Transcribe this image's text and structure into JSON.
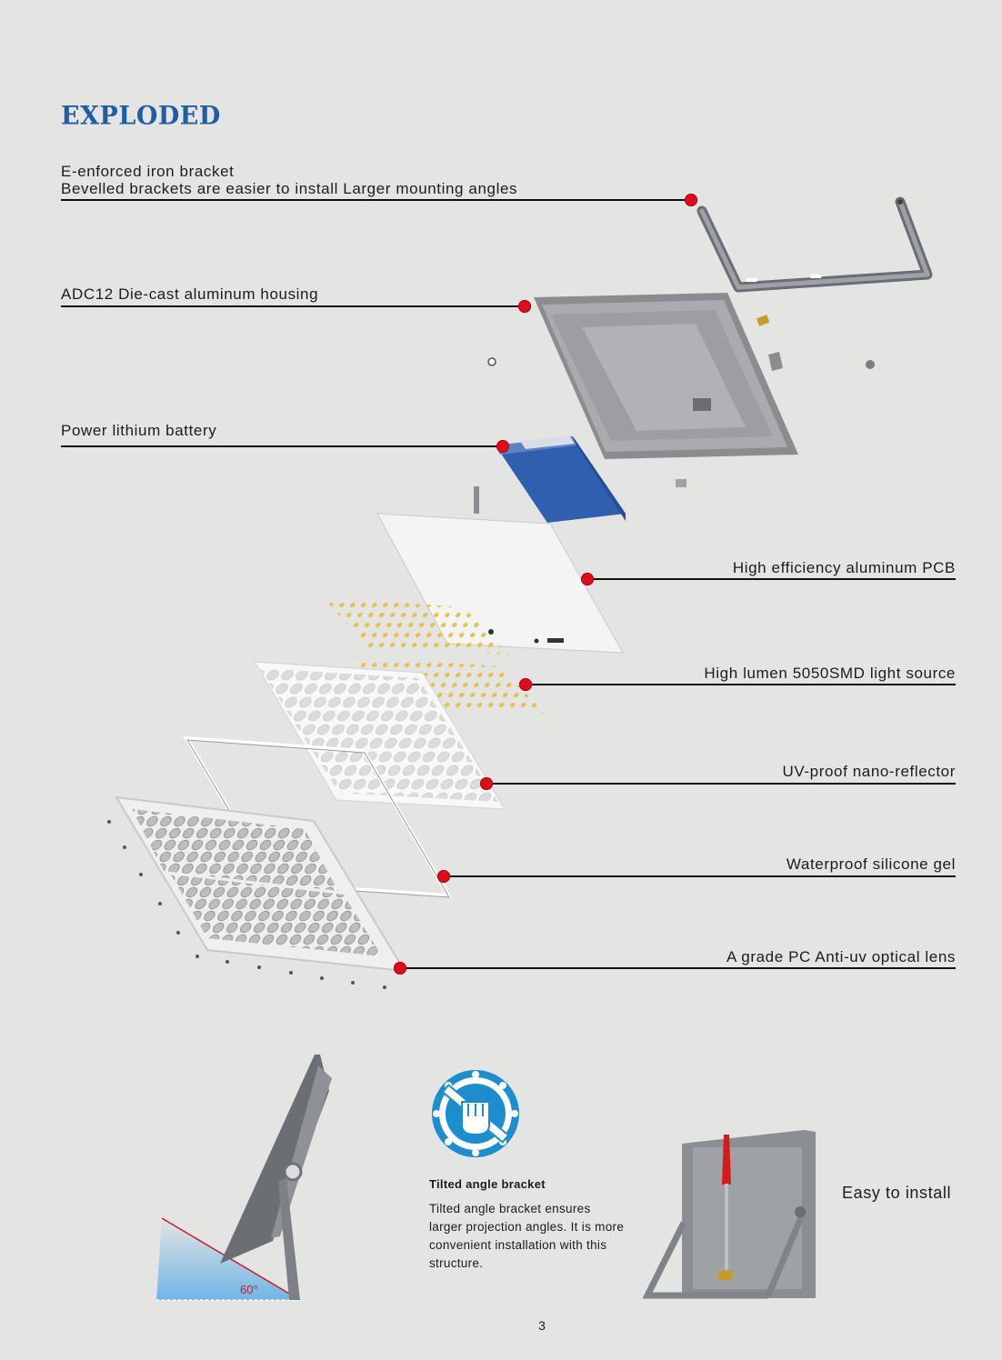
{
  "page": {
    "title": "EXPLODED",
    "page_number": "3"
  },
  "components": {
    "bracket": {
      "line1": "E-enforced iron bracket",
      "line2": "Bevelled brackets are easier to install Larger mounting angles"
    },
    "housing": "ADC12 Die-cast aluminum housing",
    "battery": "Power lithium battery",
    "pcb": "High efficiency aluminum PCB",
    "light_source": "High lumen 5050SMD light source",
    "reflector": "UV-proof nano-reflector",
    "gel": "Waterproof silicone gel",
    "lens": "A grade PC Anti-uv optical lens"
  },
  "features": {
    "tilted_title": "Tilted angle bracket",
    "tilted_body": "Tilted angle bracket ensures larger projection angles. It is more convenient installation with this structure.",
    "angle_label": "60°",
    "easy_install": "Easy to install"
  },
  "colors": {
    "title_blue": "#1f5ea6",
    "marker_red": "#e00c1c",
    "background": "#e4e4e3",
    "battery_blue": "#2f5fae"
  },
  "icons": [
    "wrench-fist-badge-icon"
  ]
}
